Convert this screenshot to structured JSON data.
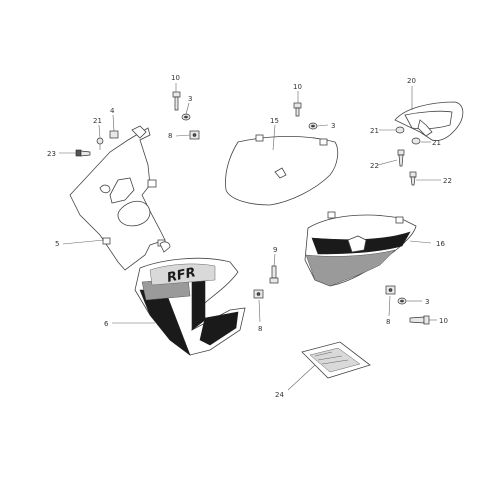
{
  "callouts": {
    "c3a": "3",
    "c3b": "3",
    "c3c": "3",
    "c4": "4",
    "c5": "5",
    "c6": "6",
    "c8a": "8",
    "c8b": "8",
    "c8c": "8",
    "c9": "9",
    "c10a": "10",
    "c10b": "10",
    "c10c": "10",
    "c15": "15",
    "c16": "16",
    "c20": "20",
    "c21a": "21",
    "c21b": "21",
    "c21c": "21",
    "c22a": "22",
    "c22b": "22",
    "c23": "23",
    "c24": "24"
  },
  "decal_text": "RFR",
  "colors": {
    "line": "#444444",
    "black": "#1a1a1a",
    "grey": "#9a9a9a",
    "label": "#333333"
  }
}
